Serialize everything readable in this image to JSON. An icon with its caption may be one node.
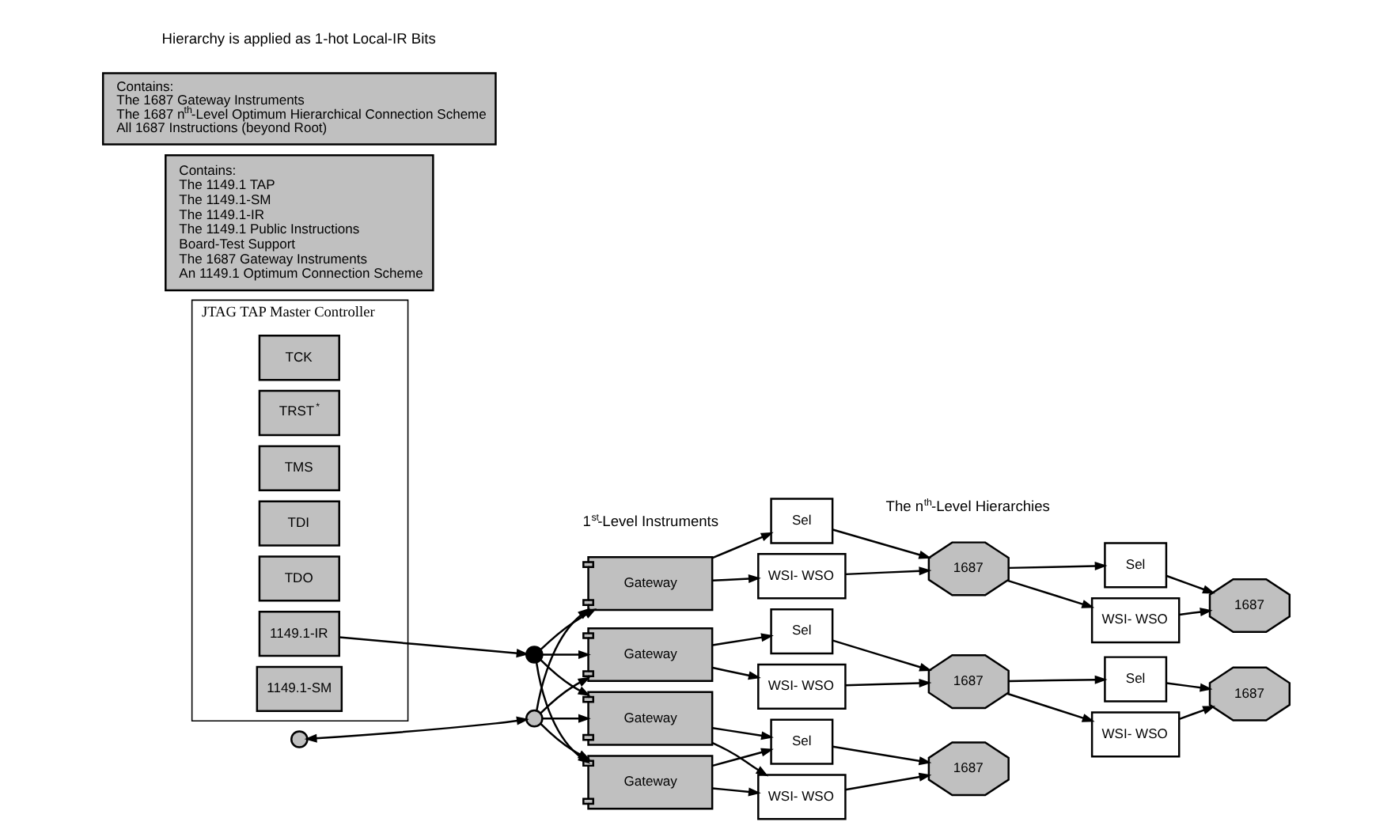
{
  "diagram": {
    "nodes": [
      {
        "text": [
          "JTAG TAP Master Controller"
        ]
      },
      {
        "text": [
          "TCK"
        ],
        "in": 0
      },
      {
        "text": [
          "TRST$^{*}$"
        ],
        "in": 0
      },
      {
        "text": [
          "TMS"
        ],
        "in": 0
      },
      {
        "text": [
          "TDI"
        ],
        "in": 0
      },
      {
        "text": [
          "TDO"
        ],
        "in": 0
      },
      {
        "text": [
          "1149.1-IR"
        ],
        "in": 0
      },
      {
        "text": [
          "1149.1-SM"
        ],
        "in": 0
      },
      {
        "text": [],
        "shape": "circle"
      },
      {
        "text": [],
        "shape": "circle"
      },
      {
        "text": [],
        "shape": "circle"
      },
      {
        "text": [
          "Gateway"
        ]
      },
      {
        "text": [
          "Gateway"
        ]
      },
      {
        "text": [
          "Gateway"
        ]
      },
      {
        "text": [
          "Gateway"
        ]
      },
      {
        "text": [
          "Sel"
        ]
      },
      {
        "text": [
          "WSI- WSO"
        ]
      },
      {
        "text": [
          "1687"
        ]
      },
      {
        "text": [
          "Sel"
        ]
      },
      {
        "text": [
          "WSI- WSO"
        ]
      },
      {
        "text": [
          "1687"
        ]
      },
      {
        "text": [
          "Sel"
        ]
      },
      {
        "text": [
          "WSI- WSO"
        ]
      },
      {
        "text": [
          "1687"
        ]
      },
      {
        "text": [
          "Sel"
        ]
      },
      {
        "text": [
          "WSI- WSO"
        ]
      },
      {
        "text": [
          "1687"
        ]
      },
      {
        "text": [
          "Sel"
        ]
      },
      {
        "text": [
          "WSI- WSO"
        ]
      },
      {
        "text": [
          "1687"
        ]
      },
      {
        "text": [
          "Contains:",
          "The 1149.1 TAP",
          "The 1149.1-SM",
          "The 1149.1-IR",
          "The 1149.1 Public Instructions",
          "Board-Test Support",
          "The 1687 Gateway Instruments",
          "An 1149.1 Optimum Connection Scheme"
        ]
      },
      {
        "text": [
          "Contains:",
          "The 1687 Gateway Instruments",
          "The 1687 n$^{th}$-Level Optimum Hierarchical Connection Scheme",
          "All 1687 Instructions (beyond Root)"
        ]
      }
    ],
    "edges": [
      {
        "from": 6,
        "to": 9,
        "arrow": "to"
      },
      {
        "from": 8,
        "to": 10,
        "arrow": "both"
      },
      {
        "from": 9,
        "to": 11,
        "arrow": "to"
      },
      {
        "from": 9,
        "to": 12,
        "arrow": "to"
      },
      {
        "from": 9,
        "to": 13,
        "arrow": "to"
      },
      {
        "from": 9,
        "to": 14,
        "arrow": "to"
      },
      {
        "from": 10,
        "to": 11,
        "arrow": "to"
      },
      {
        "from": 10,
        "to": 12,
        "arrow": "to"
      },
      {
        "from": 10,
        "to": 13,
        "arrow": "to"
      },
      {
        "from": 10,
        "to": 14,
        "arrow": "to"
      },
      {
        "from": 11,
        "to": 15,
        "arrow": "to"
      },
      {
        "from": 11,
        "to": 16,
        "arrow": "to"
      },
      {
        "from": 15,
        "to": 17,
        "arrow": "to"
      },
      {
        "from": 16,
        "to": 17,
        "arrow": "to"
      },
      {
        "from": 17,
        "to": 18,
        "arrow": "to"
      },
      {
        "from": 17,
        "to": 19,
        "arrow": "to"
      },
      {
        "from": 18,
        "to": 20,
        "arrow": "to"
      },
      {
        "from": 19,
        "to": 20,
        "arrow": "to"
      },
      {
        "from": 12,
        "to": 21,
        "arrow": "to"
      },
      {
        "from": 12,
        "to": 22,
        "arrow": "to"
      },
      {
        "from": 21,
        "to": 23,
        "arrow": "to"
      },
      {
        "from": 22,
        "to": 23,
        "arrow": "to"
      },
      {
        "from": 23,
        "to": 24,
        "arrow": "to"
      },
      {
        "from": 23,
        "to": 25,
        "arrow": "to"
      },
      {
        "from": 24,
        "to": 26,
        "arrow": "to"
      },
      {
        "from": 25,
        "to": 26,
        "arrow": "to"
      },
      {
        "from": 13,
        "to": 27,
        "arrow": "to"
      },
      {
        "from": 13,
        "to": 28,
        "arrow": "to"
      },
      {
        "from": 14,
        "to": 27,
        "arrow": "to"
      },
      {
        "from": 14,
        "to": 28,
        "arrow": "to"
      },
      {
        "from": 27,
        "to": 29,
        "arrow": "to"
      },
      {
        "from": 28,
        "to": 29,
        "arrow": "to"
      }
    ],
    "labels": [
      "1$^{st}$-Level Instruments",
      "The n$^{th}$-Level Hierarchies",
      "Hierarchy is applied as 1-hot Local-IR Bits"
    ]
  }
}
